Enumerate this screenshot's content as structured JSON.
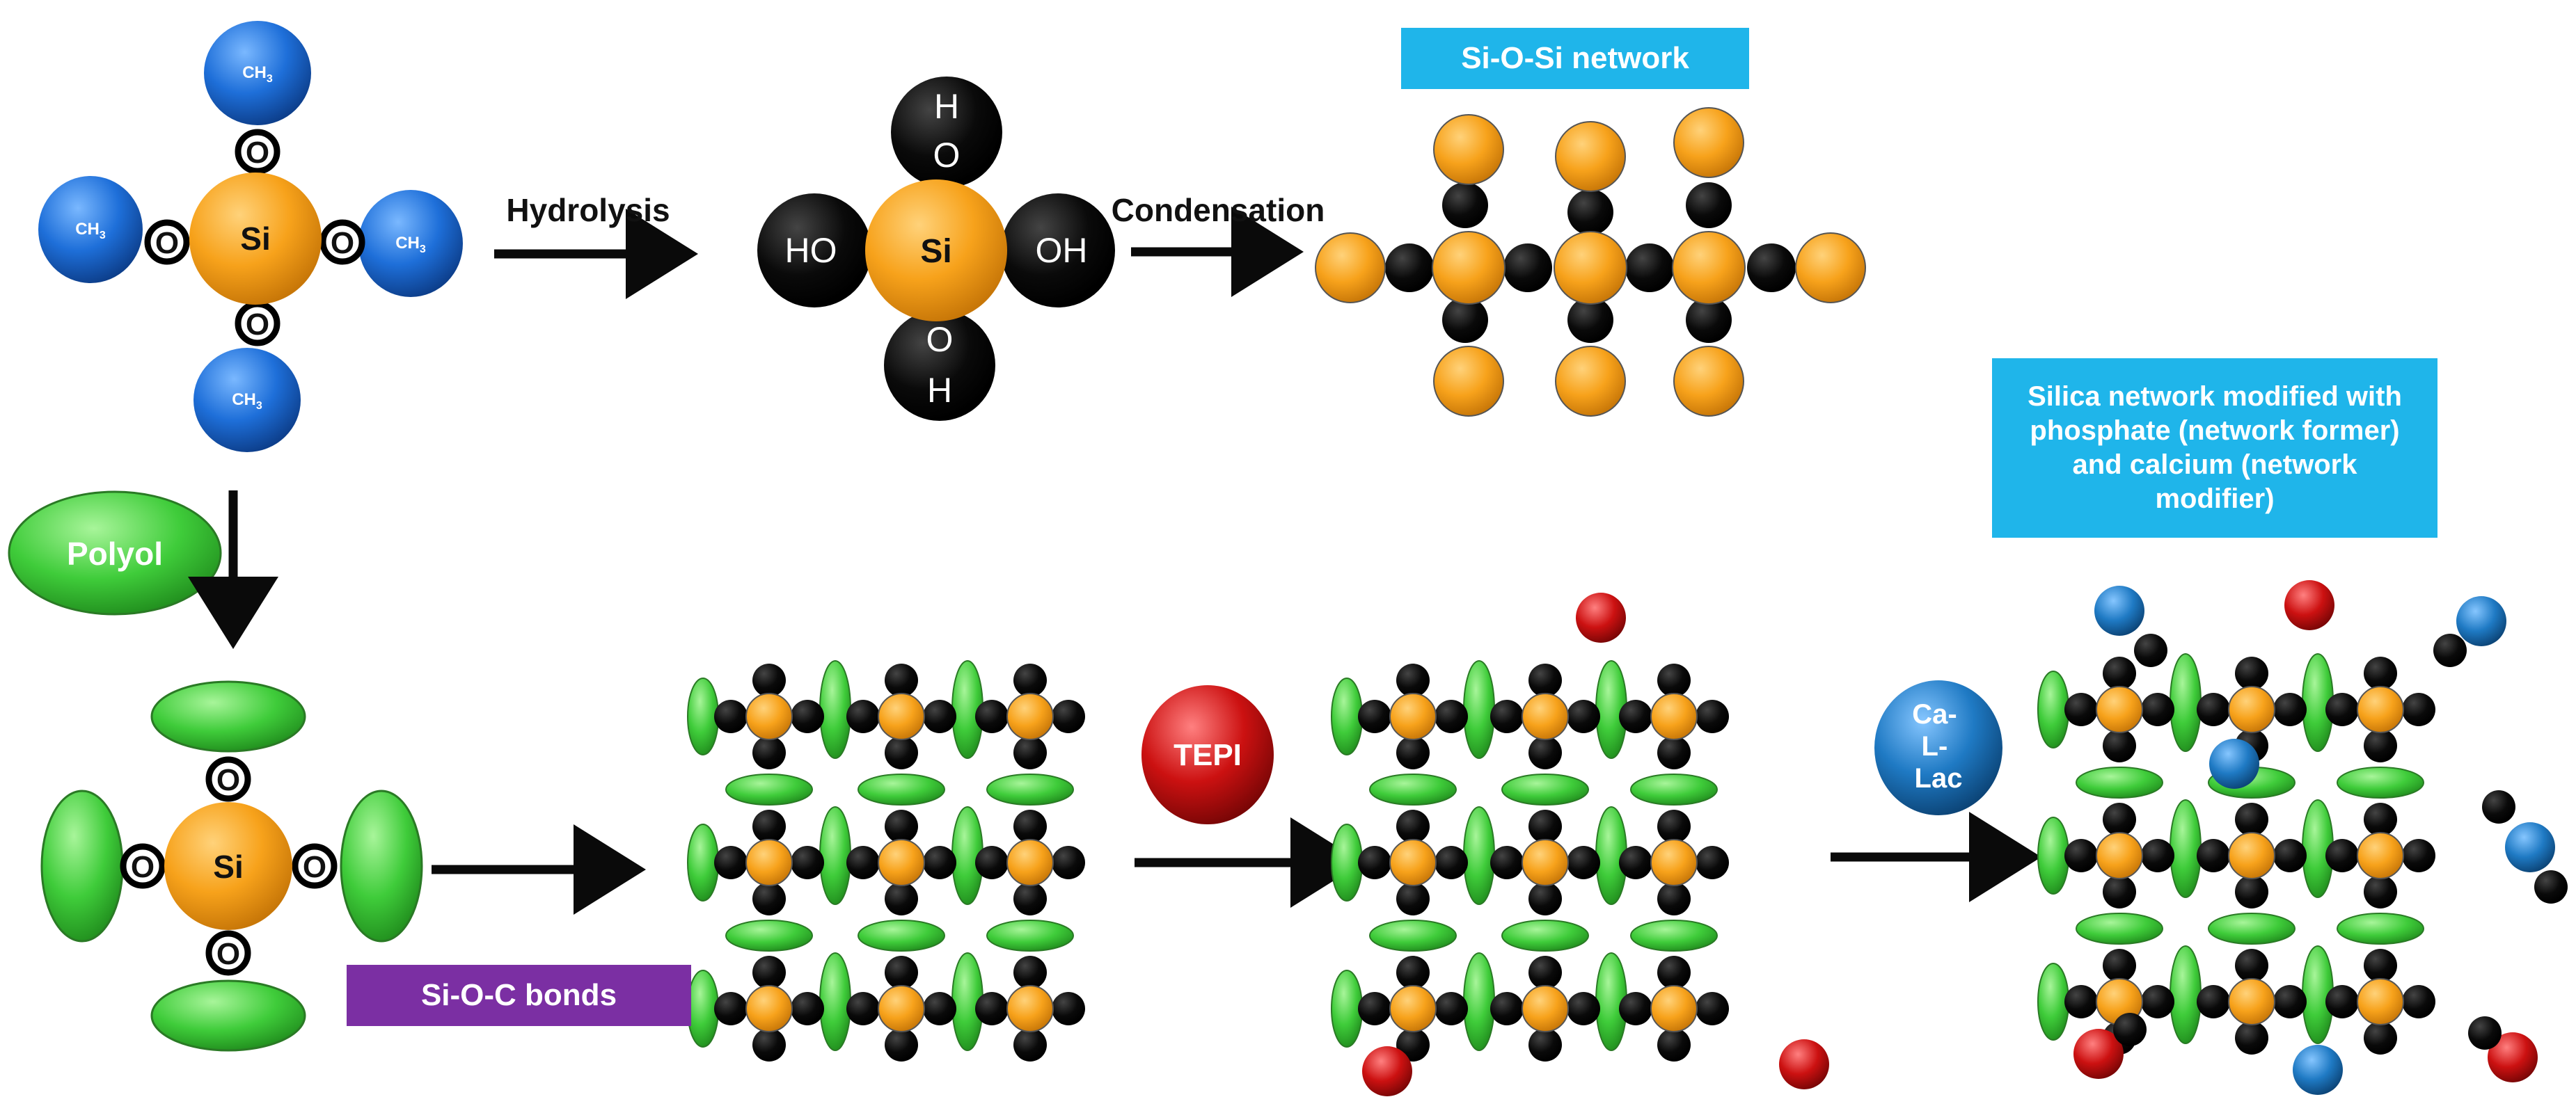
{
  "labels": {
    "si": "Si",
    "o": "O",
    "ch3": "CH",
    "ch3_sub": "3",
    "h": "H",
    "ho": "HO",
    "oh": "OH",
    "hydrolysis": "Hydrolysis",
    "condensation": "Condensation",
    "polyol": "Polyol",
    "tepi": "TEPI",
    "ca_line1": "Ca-",
    "ca_line2": "L-",
    "ca_line3": "Lac",
    "si_o_si_network": "Si-O-Si network",
    "si_o_c_bonds": "Si-O-C bonds",
    "silica_modified_line1": "Silica network modified with",
    "silica_modified_line2": "phosphate (network former)",
    "silica_modified_line3": "and calcium (network",
    "silica_modified_line4": "modifier)"
  },
  "colors": {
    "silicon": "#f7a21b",
    "methyl": "#1e6fd9",
    "oxygen_bond": "#0a0a0a",
    "polyol": "#3fcc3a",
    "phosphate": "#cc1111",
    "calcium": "#1f7ac4",
    "label_cyan": "#1fb5ea",
    "label_purple": "#7b2fa3"
  }
}
